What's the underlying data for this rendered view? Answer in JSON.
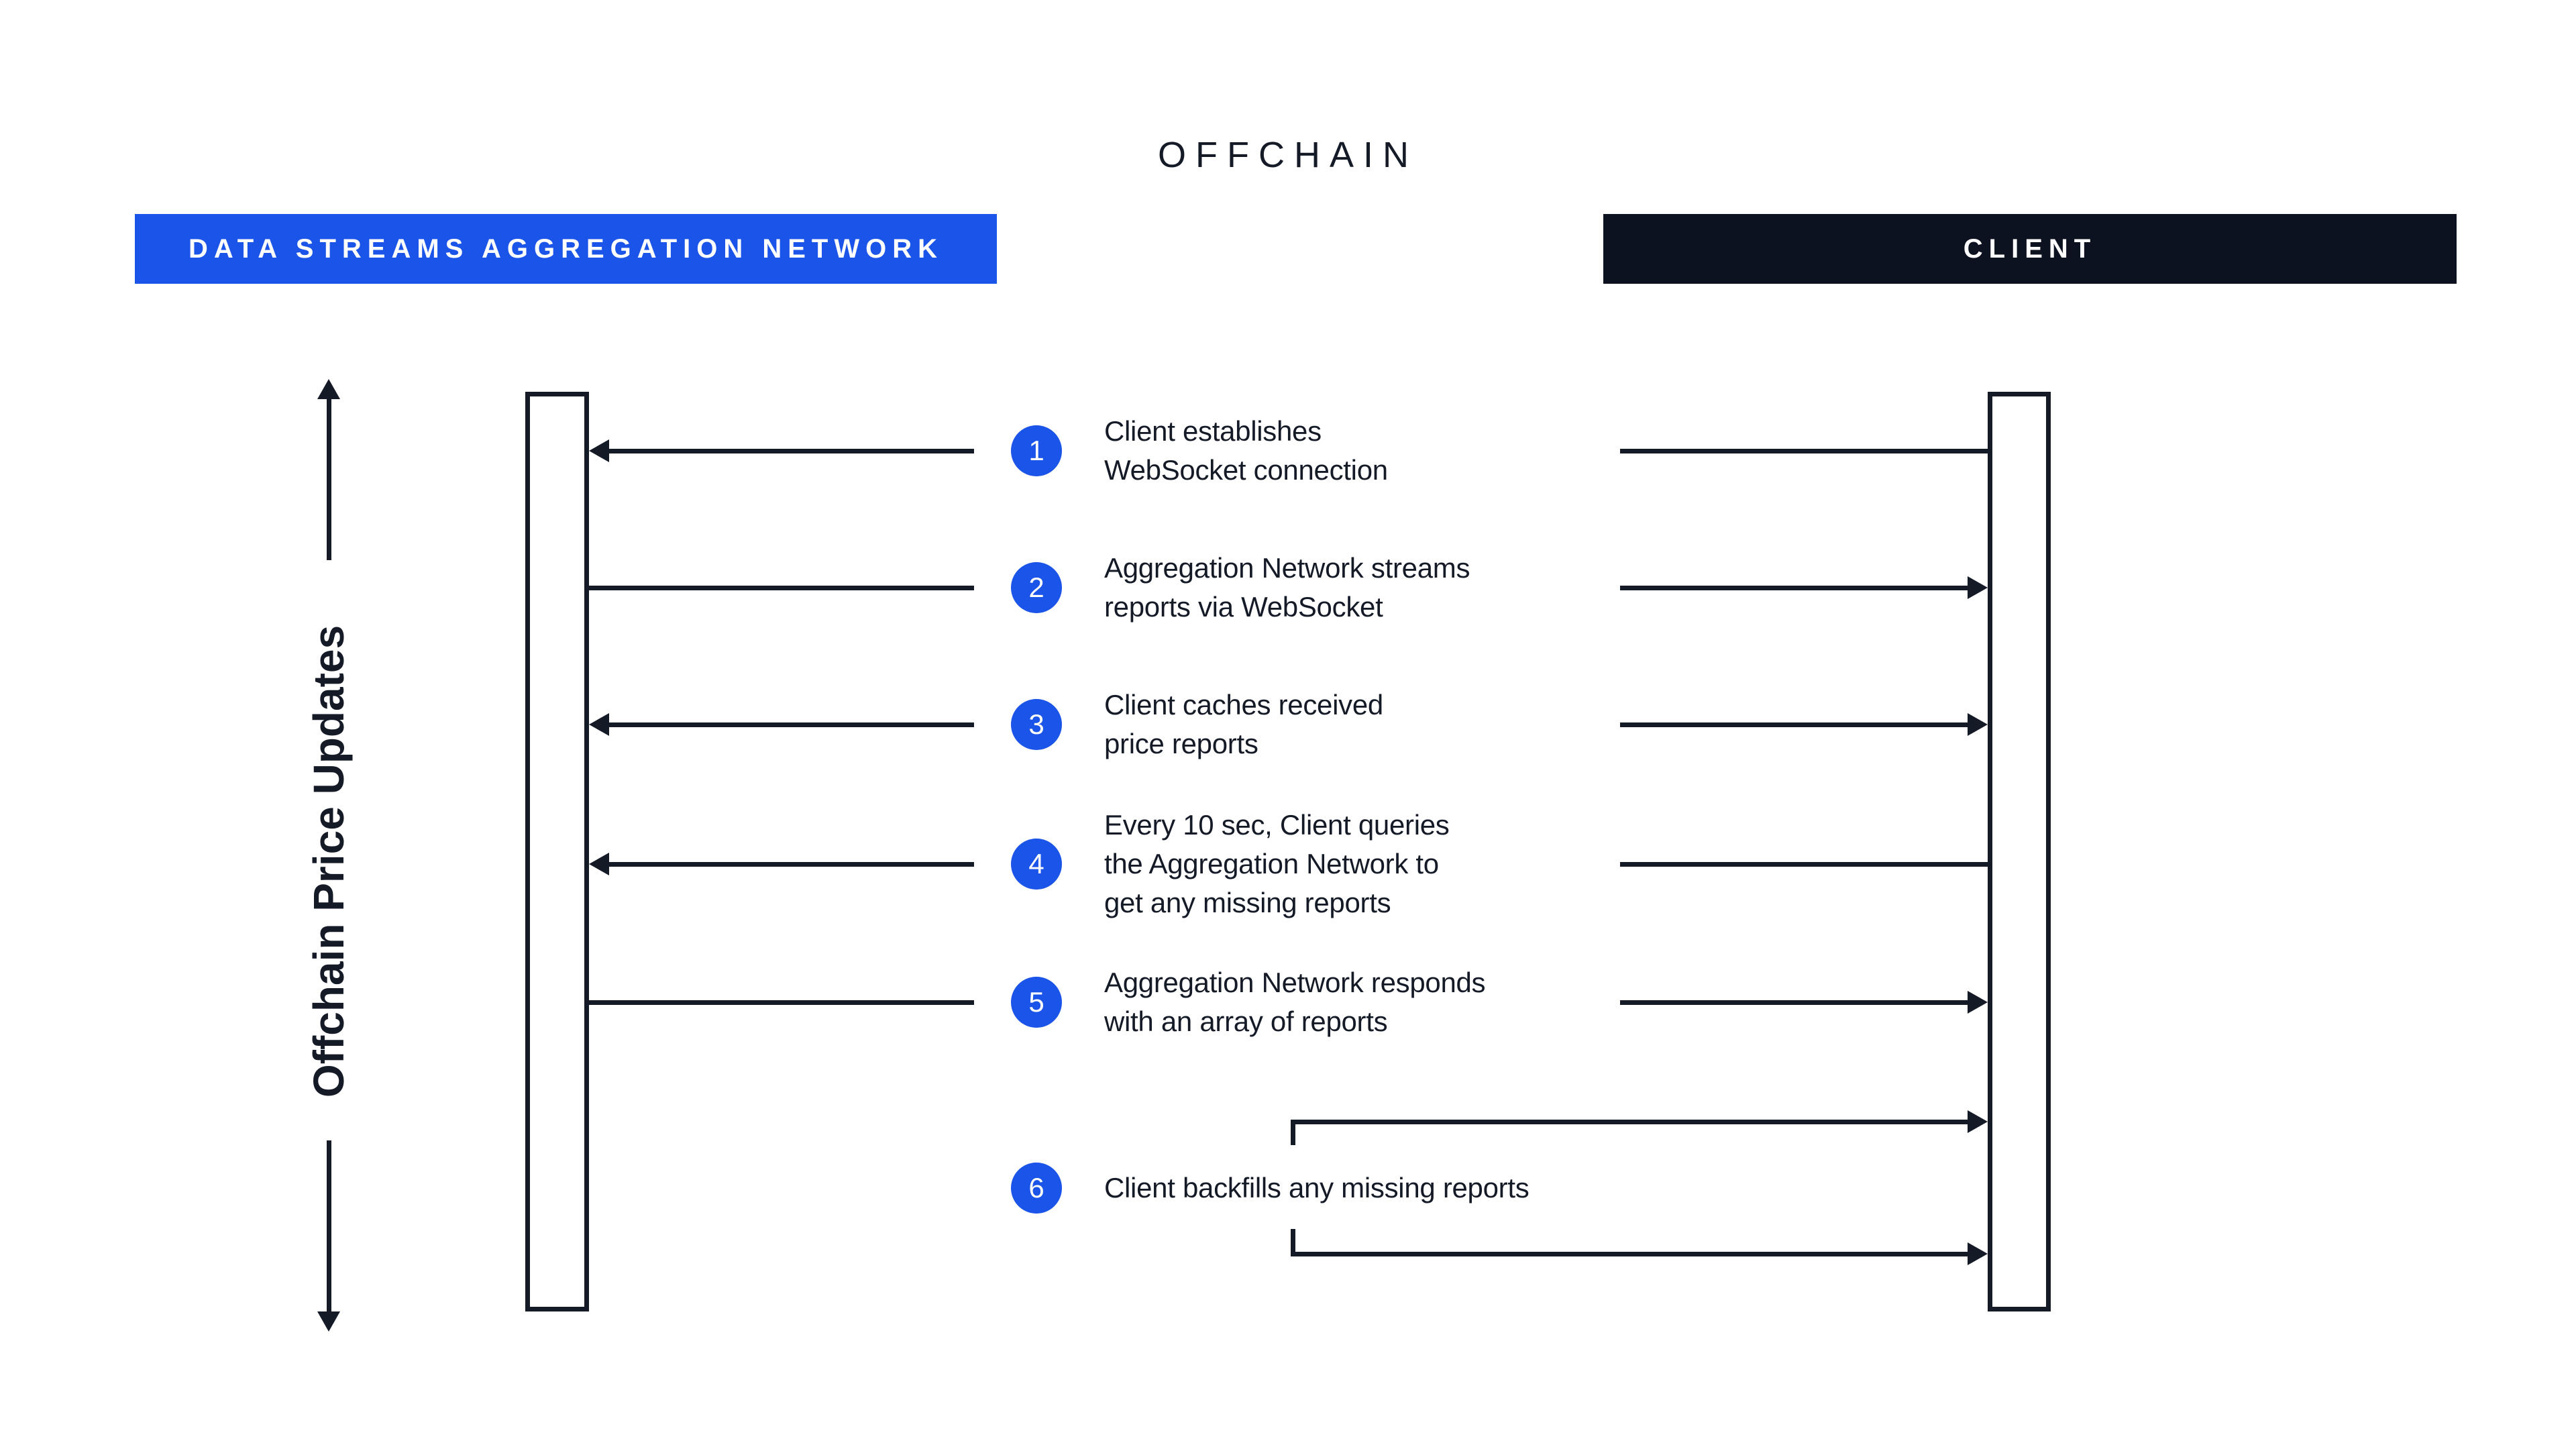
{
  "title": "OFFCHAIN",
  "actors": {
    "left_label": "DATA STREAMS AGGREGATION NETWORK",
    "right_label": "CLIENT"
  },
  "side_label": "Offchain Price Updates",
  "steps": [
    {
      "num": "1",
      "lines": [
        "Client establishes",
        "WebSocket connection"
      ]
    },
    {
      "num": "2",
      "lines": [
        "Aggregation Network streams",
        "reports via WebSocket"
      ]
    },
    {
      "num": "3",
      "lines": [
        "Client caches received",
        "price reports"
      ]
    },
    {
      "num": "4",
      "lines": [
        "Every 10 sec, Client queries",
        "the Aggregation Network to",
        "get any missing reports"
      ]
    },
    {
      "num": "5",
      "lines": [
        "Aggregation Network responds",
        "with an array of reports"
      ]
    },
    {
      "num": "6",
      "lines": [
        "Client backfills any missing reports"
      ]
    }
  ],
  "colors": {
    "accent_blue": "#1B54E8",
    "client_header_bg": "#0D1220",
    "ink": "#151A27",
    "background": "#FFFFFF"
  }
}
